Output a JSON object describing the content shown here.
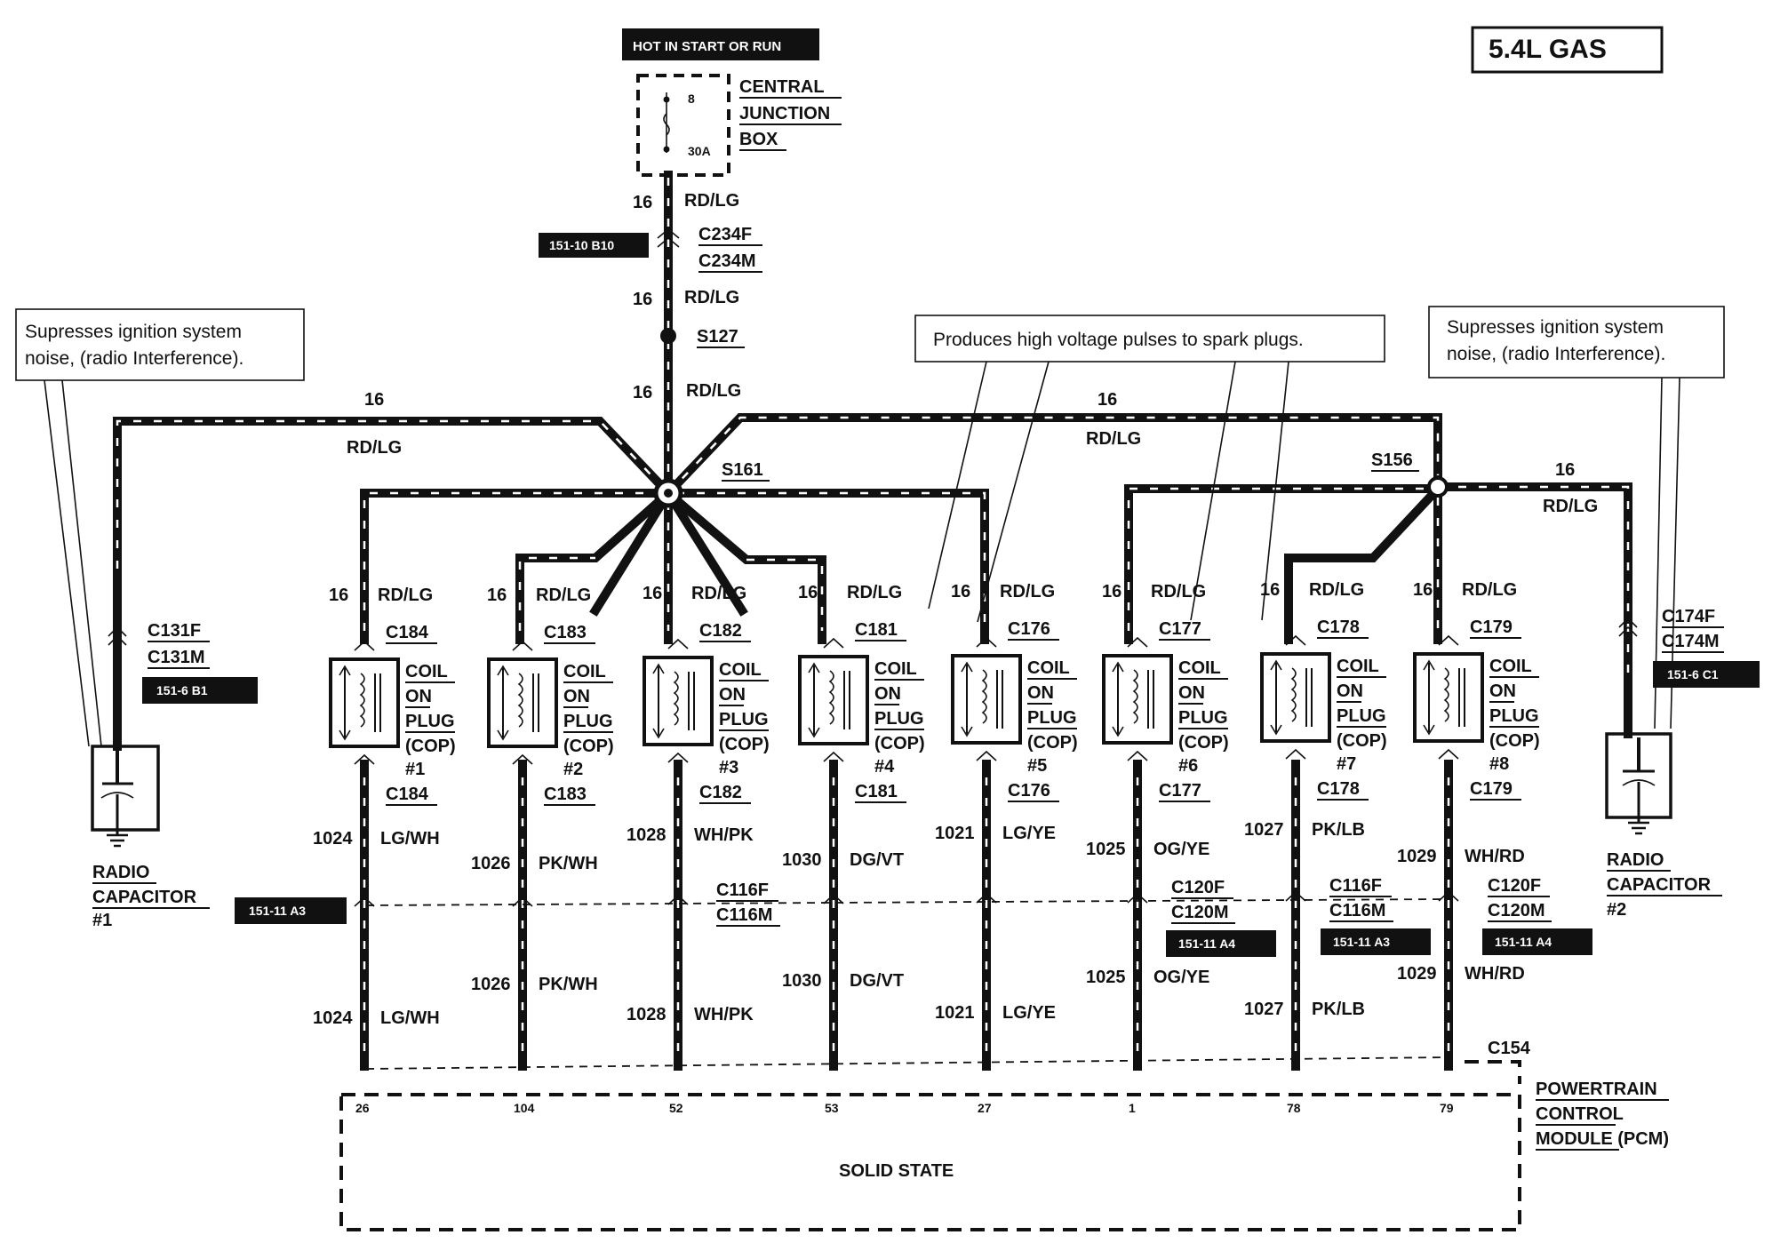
{
  "title": "5.4L GAS",
  "power": {
    "feed_label": "HOT IN START OR RUN",
    "fuse_number": "8",
    "fuse_rating": "30A",
    "box_name": [
      "CENTRAL",
      "JUNCTION",
      "BOX"
    ]
  },
  "trunk": {
    "gauge": "16",
    "color": "RD/LG",
    "connector_female": "C234F",
    "connector_male": "C234M",
    "ref_tag": "151-10 B10",
    "splice_top": "S127",
    "splice_main": "S161",
    "splice_right": "S156"
  },
  "notes": {
    "noise_left": [
      "Supresses ignition system",
      "noise, (radio Interference)."
    ],
    "noise_right": [
      "Supresses ignition system",
      "noise, (radio Interference)."
    ],
    "spark": "Produces high voltage pulses to spark plugs."
  },
  "radio_caps": [
    {
      "name": [
        "RADIO",
        "CAPACITOR",
        "#1"
      ],
      "gauge": "16",
      "color": "RD/LG",
      "connector_female": "C131F",
      "connector_male": "C131M",
      "ref_tag": "151-6 B1"
    },
    {
      "name": [
        "RADIO",
        "CAPACITOR",
        "#2"
      ],
      "gauge": "16",
      "color": "RD/LG",
      "connector_female": "C174F",
      "connector_male": "C174M",
      "ref_tag": "151-6 C1"
    }
  ],
  "coil_label": [
    "COIL",
    "ON",
    "PLUG",
    "(COP)"
  ],
  "coils": [
    {
      "num": "#1",
      "connector": "C184",
      "gauge": "16",
      "feed": "RD/LG",
      "circuit": "1024",
      "color": "LG/WH",
      "pcm_pin": "26"
    },
    {
      "num": "#2",
      "connector": "C183",
      "gauge": "16",
      "feed": "RD/LG",
      "circuit": "1026",
      "color": "PK/WH",
      "pcm_pin": "104"
    },
    {
      "num": "#3",
      "connector": "C182",
      "gauge": "16",
      "feed": "RD/LG",
      "circuit": "1028",
      "color": "WH/PK",
      "pcm_pin": "52"
    },
    {
      "num": "#4",
      "connector": "C181",
      "gauge": "16",
      "feed": "RD/LG",
      "circuit": "1030",
      "color": "DG/VT",
      "pcm_pin": "53"
    },
    {
      "num": "#5",
      "connector": "C176",
      "gauge": "16",
      "feed": "RD/LG",
      "circuit": "1021",
      "color": "LG/YE",
      "pcm_pin": "27"
    },
    {
      "num": "#6",
      "connector": "C177",
      "gauge": "16",
      "feed": "RD/LG",
      "circuit": "1025",
      "color": "OG/YE",
      "pcm_pin": "1"
    },
    {
      "num": "#7",
      "connector": "C178",
      "gauge": "16",
      "feed": "RD/LG",
      "circuit": "1027",
      "color": "PK/LB",
      "pcm_pin": "78"
    },
    {
      "num": "#8",
      "connector": "C179",
      "gauge": "16",
      "feed": "RD/LG",
      "circuit": "1029",
      "color": "WH/RD",
      "pcm_pin": "79"
    }
  ],
  "inline_connectors": [
    {
      "female": "C116F",
      "male": "C116M",
      "ref_tag": "151-11 A3"
    },
    {
      "female": "C120F",
      "male": "C120M",
      "ref_tag": "151-11 A4"
    },
    {
      "female": "C116F",
      "male": "C116M",
      "ref_tag": "151-11 A3"
    },
    {
      "female": "C120F",
      "male": "C120M",
      "ref_tag": "151-11 A4"
    }
  ],
  "pcm": {
    "connector": "C154",
    "name": [
      "POWERTRAIN",
      "CONTROL",
      "MODULE (PCM)"
    ],
    "body": "SOLID STATE"
  }
}
